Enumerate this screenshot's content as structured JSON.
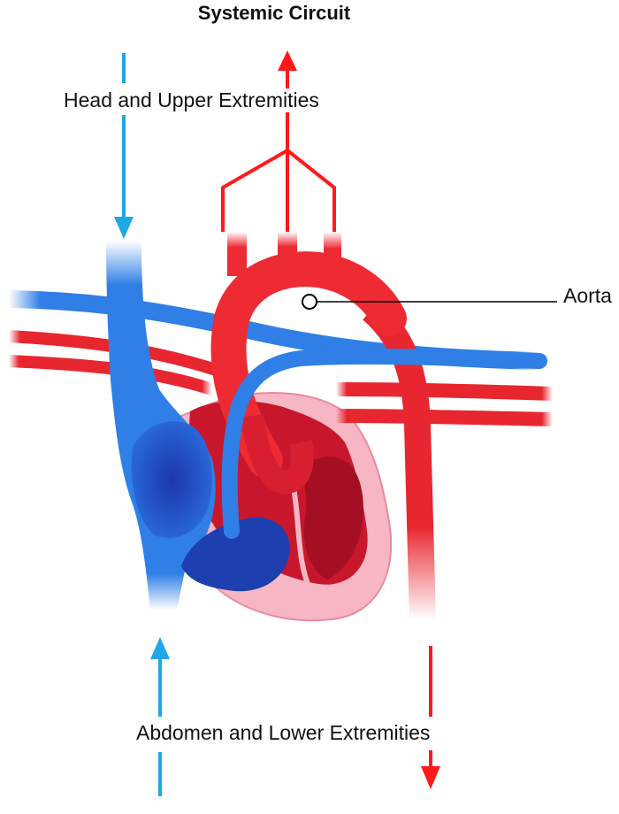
{
  "title": "Systemic Circuit",
  "labels": {
    "upper": "Head and Upper Extremities",
    "aorta": "Aorta",
    "lower": "Abdomen and Lower Extremities"
  },
  "colors": {
    "deoxygenated": "#2f7fe6",
    "deoxygenated_dark": "#1d3fb0",
    "oxygenated": "#ee2a33",
    "oxygenated_dark": "#b8102a",
    "arrow_blue": "#1fa7e6",
    "arrow_red": "#ff1a1a",
    "myocardium_pink": "#f6b6c4",
    "leader_line": "#000000"
  }
}
